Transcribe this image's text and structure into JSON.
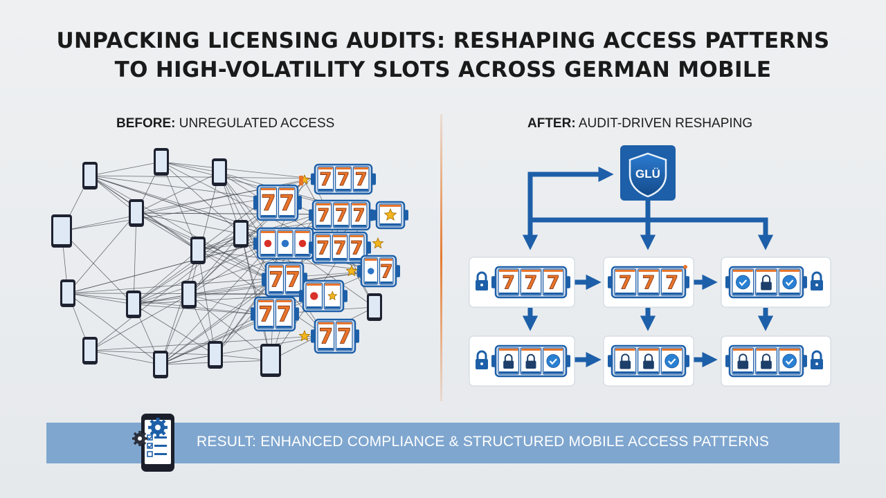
{
  "title": {
    "line1": "UNPACKING LICENSING AUDITS: RESHAPING ACCESS PATTERNS",
    "line2": "TO HIGH-VOLATILITY SLOTS ACROSS GERMAN MOBILE"
  },
  "before": {
    "label_bold": "BEFORE:",
    "label_rest": " UNREGULATED ACCESS"
  },
  "after": {
    "label_bold": "AFTER:",
    "label_rest": " AUDIT-DRIVEN RESHAPING"
  },
  "regulator": {
    "shield_text": "GLÜ"
  },
  "reel_symbol": "7",
  "result": {
    "text": "RESULT: ENHANCED COMPLIANCE & STRUCTURED MOBILE ACCESS PATTERNS"
  },
  "colors": {
    "brand_blue": "#1d5fa8",
    "accent_orange": "#e8742a",
    "divider_orange": "#e67a2e",
    "banner_blue": "#7fa6cf",
    "star_yellow": "#f3b51d",
    "cherry_red": "#d8312a"
  },
  "icons": [
    "phone-icon",
    "tablet-icon",
    "slot-machine-icon",
    "shield-icon",
    "lock-icon",
    "check-icon",
    "star-icon",
    "cherry-icon",
    "gear-icon",
    "checklist-phone-icon"
  ]
}
